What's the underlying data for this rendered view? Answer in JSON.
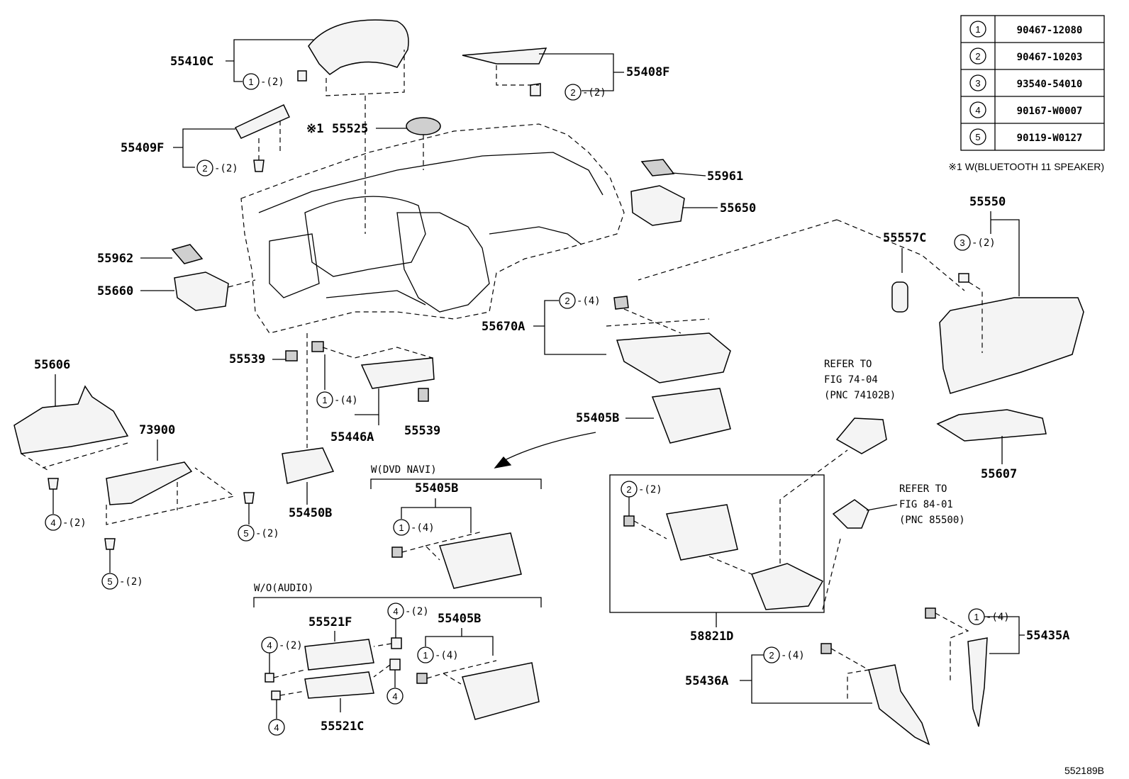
{
  "legend": {
    "rows": [
      {
        "num": "1",
        "part": "90467-12080"
      },
      {
        "num": "2",
        "part": "90467-10203"
      },
      {
        "num": "3",
        "part": "93540-54010"
      },
      {
        "num": "4",
        "part": "90167-W0007"
      },
      {
        "num": "5",
        "part": "90119-W0127"
      }
    ],
    "note": "※1 W(BLUETOOTH 11 SPEAKER)"
  },
  "labels": {
    "p55410C": "55410C",
    "p55408F": "55408F",
    "p55409F": "55409F",
    "p55525": "55525",
    "mark1": "※1",
    "p55961": "55961",
    "p55650": "55650",
    "p55962": "55962",
    "p55660": "55660",
    "p55550": "55550",
    "p55557C": "55557C",
    "p55539a": "55539",
    "p55539b": "55539",
    "p55606": "55606",
    "p73900": "73900",
    "p55446A": "55446A",
    "p55670A": "55670A",
    "p55405B_main": "55405B",
    "p55607": "55607",
    "p55450B": "55450B",
    "p55405B_dvd": "55405B",
    "p55521F": "55521F",
    "p55405B_audio": "55405B",
    "p55521C": "55521C",
    "p58821D": "58821D",
    "p55436A": "55436A",
    "p55435A": "55435A",
    "diagram_id": "552189B"
  },
  "groups": {
    "dvd_navi": "W(DVD NAVI)",
    "wo_audio": "W/O(AUDIO)"
  },
  "refs": {
    "ref1": [
      "REFER TO",
      "FIG 74-04",
      "(PNC 74102B)"
    ],
    "ref2": [
      "REFER TO",
      "FIG 84-01",
      "(PNC 85500)"
    ]
  },
  "callouts": {
    "c_55410C": {
      "num": "1",
      "qty": "-(2)"
    },
    "c_55408F": {
      "num": "2",
      "qty": "-(2)"
    },
    "c_55409F": {
      "num": "2",
      "qty": "-(2)"
    },
    "c_55550": {
      "num": "3",
      "qty": "-(2)"
    },
    "c_55670A": {
      "num": "2",
      "qty": "-(4)"
    },
    "c_55446A": {
      "num": "1",
      "qty": "-(4)"
    },
    "c_4_left": {
      "num": "4",
      "qty": "-(2)"
    },
    "c_5_right": {
      "num": "5",
      "qty": "-(2)"
    },
    "c_5_bottom": {
      "num": "5",
      "qty": "-(2)"
    },
    "c_dvd": {
      "num": "1",
      "qty": "-(4)"
    },
    "c_58821D": {
      "num": "2",
      "qty": "-(2)"
    },
    "c_audio_4a": {
      "num": "4",
      "qty": "-(2)"
    },
    "c_audio_4b": {
      "num": "4",
      "qty": "-(2)"
    },
    "c_audio_4c": {
      "num": "4",
      "qty": ""
    },
    "c_audio_4d": {
      "num": "4",
      "qty": ""
    },
    "c_audio_1": {
      "num": "1",
      "qty": "-(4)"
    },
    "c_55435A": {
      "num": "1",
      "qty": "-(4)"
    },
    "c_55436A": {
      "num": "2",
      "qty": "-(4)"
    }
  }
}
